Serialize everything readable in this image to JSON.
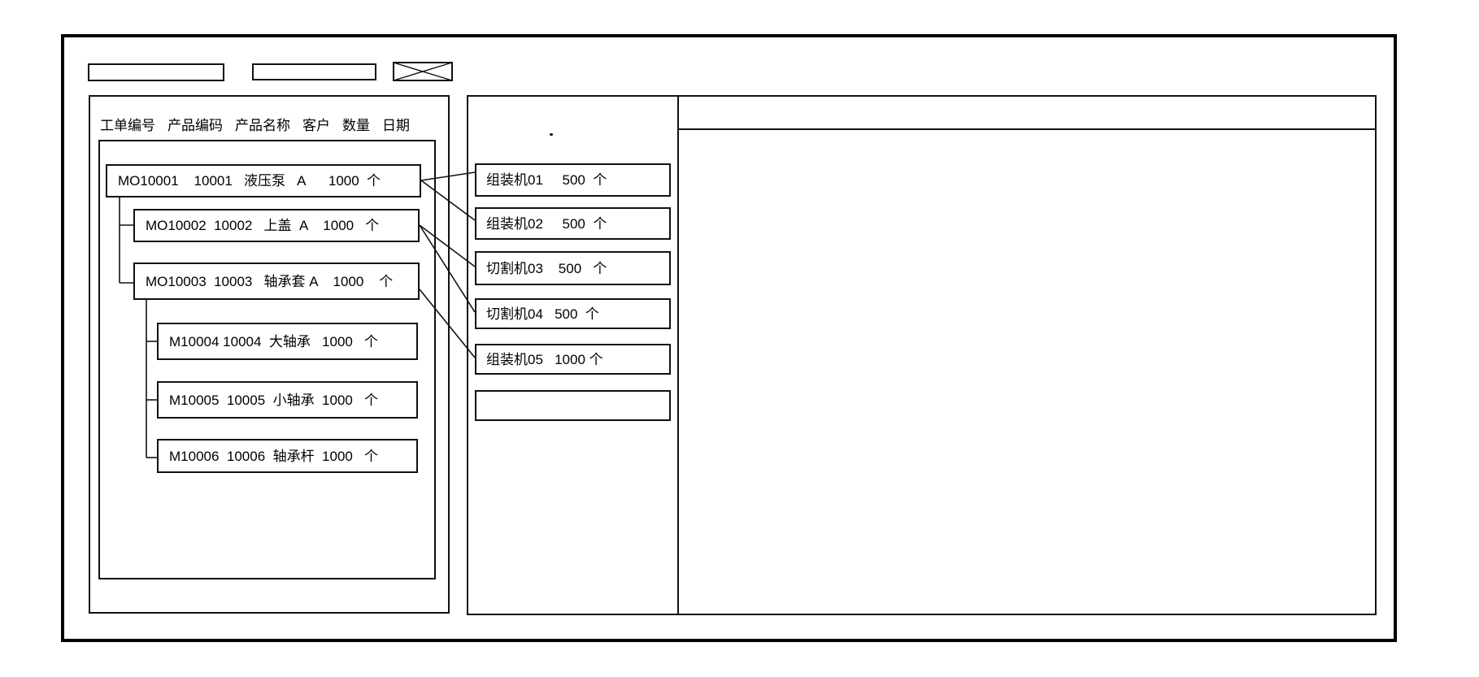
{
  "meta": {
    "description": "wireframe of work-order to machine scheduling screen",
    "colors": {
      "background": "#ffffff",
      "line": "#111111"
    }
  },
  "toolbar": {
    "field1_value": "",
    "field2_value": "",
    "image_placeholder": "x-crossed-box"
  },
  "orders_panel": {
    "columns": [
      {
        "key": "order_no",
        "label": "工单编号"
      },
      {
        "key": "product_code",
        "label": "产品编码"
      },
      {
        "key": "product_name",
        "label": "产品名称"
      },
      {
        "key": "customer",
        "label": "客户"
      },
      {
        "key": "quantity",
        "label": "数量"
      },
      {
        "key": "date",
        "label": "日期"
      }
    ],
    "orders": [
      {
        "order_no": "MO10001",
        "product_code": "10001",
        "product_name": "液压泵",
        "customer": "A",
        "quantity": "1000",
        "unit": "个",
        "level": 0,
        "text": "MO10001    10001   液压泵   A      1000  个"
      },
      {
        "order_no": "MO10002",
        "product_code": "10002",
        "product_name": "上盖",
        "customer": "A",
        "quantity": "1000",
        "unit": "个",
        "level": 1,
        "text": "MO10002  10002   上盖  A    1000   个"
      },
      {
        "order_no": "MO10003",
        "product_code": "10003",
        "product_name": "轴承套",
        "customer": "A",
        "quantity": "1000",
        "unit": "个",
        "level": 1,
        "text": "MO10003  10003   轴承套 A    1000    个"
      },
      {
        "order_no": "M10004",
        "product_code": "10004",
        "product_name": "大轴承",
        "customer": "",
        "quantity": "1000",
        "unit": "个",
        "level": 2,
        "text": "M10004 10004  大轴承   1000   个"
      },
      {
        "order_no": "M10005",
        "product_code": "10005",
        "product_name": "小轴承",
        "customer": "",
        "quantity": "1000",
        "unit": "个",
        "level": 2,
        "text": "M10005  10005  小轴承  1000   个"
      },
      {
        "order_no": "M10006",
        "product_code": "10006",
        "product_name": "轴承杆",
        "customer": "",
        "quantity": "1000",
        "unit": "个",
        "level": 2,
        "text": "M10006  10006  轴承杆  1000   个"
      }
    ]
  },
  "machines_panel": {
    "stray_mark": ".",
    "machines": [
      {
        "name": "组装机01",
        "quantity": "500",
        "unit": "个",
        "text": "组装机01     500  个"
      },
      {
        "name": "组装机02",
        "quantity": "500",
        "unit": "个",
        "text": "组装机02     500  个"
      },
      {
        "name": "切割机03",
        "quantity": "500",
        "unit": "个",
        "text": "切割机03    500   个"
      },
      {
        "name": "切割机04",
        "quantity": "500",
        "unit": "个",
        "text": "切割机04   500  个"
      },
      {
        "name": "组装机05",
        "quantity": "1000",
        "unit": "个",
        "text": "组装机05   1000 个"
      },
      {
        "name": "",
        "quantity": "",
        "unit": "",
        "text": ""
      }
    ],
    "links": [
      {
        "from": "MO10001",
        "to": "组装机01"
      },
      {
        "from": "MO10001",
        "to": "组装机02"
      },
      {
        "from": "MO10002",
        "to": "切割机03"
      },
      {
        "from": "MO10002",
        "to": "切割机04"
      },
      {
        "from": "MO10003",
        "to": "组装机05"
      }
    ]
  },
  "detail_panel": {
    "content": ""
  }
}
